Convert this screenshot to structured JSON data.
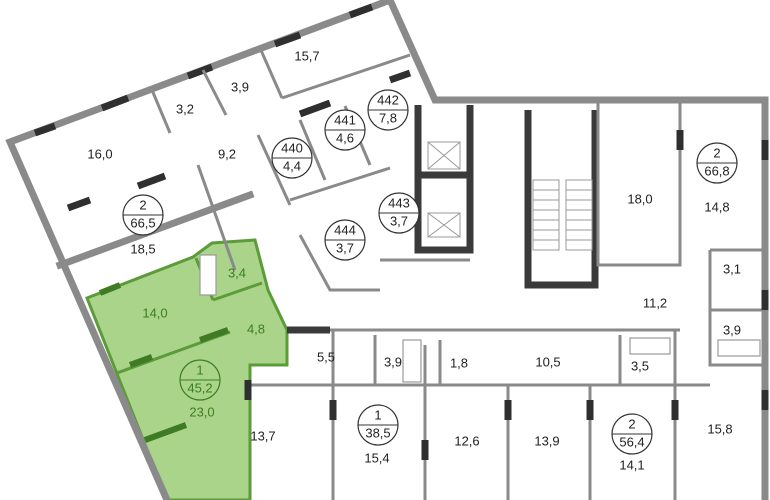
{
  "colors": {
    "highlight_fill": "#a9d48a",
    "highlight_stroke": "#5b9b38",
    "highlight_text": "#3d7d22",
    "wall": "#8a8a8a"
  },
  "rooms": [
    {
      "label": "15,7"
    },
    {
      "label": "3,9"
    },
    {
      "label": "3,2"
    },
    {
      "label": "16,0"
    },
    {
      "label": "9,2"
    },
    {
      "label": "18,5"
    },
    {
      "label": "3,4"
    },
    {
      "label": "14,0"
    },
    {
      "label": "4,8"
    },
    {
      "label": "23,0"
    },
    {
      "label": "5,5"
    },
    {
      "label": "3,9"
    },
    {
      "label": "1,8"
    },
    {
      "label": "10,5"
    },
    {
      "label": "3,5"
    },
    {
      "label": "11,2"
    },
    {
      "label": "3,1"
    },
    {
      "label": "3,9"
    },
    {
      "label": "18,0"
    },
    {
      "label": "14,8"
    },
    {
      "label": "13,7"
    },
    {
      "label": "15,4"
    },
    {
      "label": "12,6"
    },
    {
      "label": "13,9"
    },
    {
      "label": "14,1"
    },
    {
      "label": "15,8"
    }
  ],
  "apartments": [
    {
      "rooms": "2",
      "area": "66,5",
      "highlighted": false
    },
    {
      "rooms": "1",
      "area": "45,2",
      "highlighted": true
    },
    {
      "rooms": "1",
      "area": "38,5",
      "highlighted": false
    },
    {
      "rooms": "2",
      "area": "56,4",
      "highlighted": false
    },
    {
      "rooms": "2",
      "area": "66,8",
      "highlighted": false
    }
  ],
  "storages": [
    {
      "number": "440",
      "area": "4,4"
    },
    {
      "number": "441",
      "area": "4,6"
    },
    {
      "number": "442",
      "area": "7,8"
    },
    {
      "number": "443",
      "area": "3,7"
    },
    {
      "number": "444",
      "area": "3,7"
    }
  ]
}
